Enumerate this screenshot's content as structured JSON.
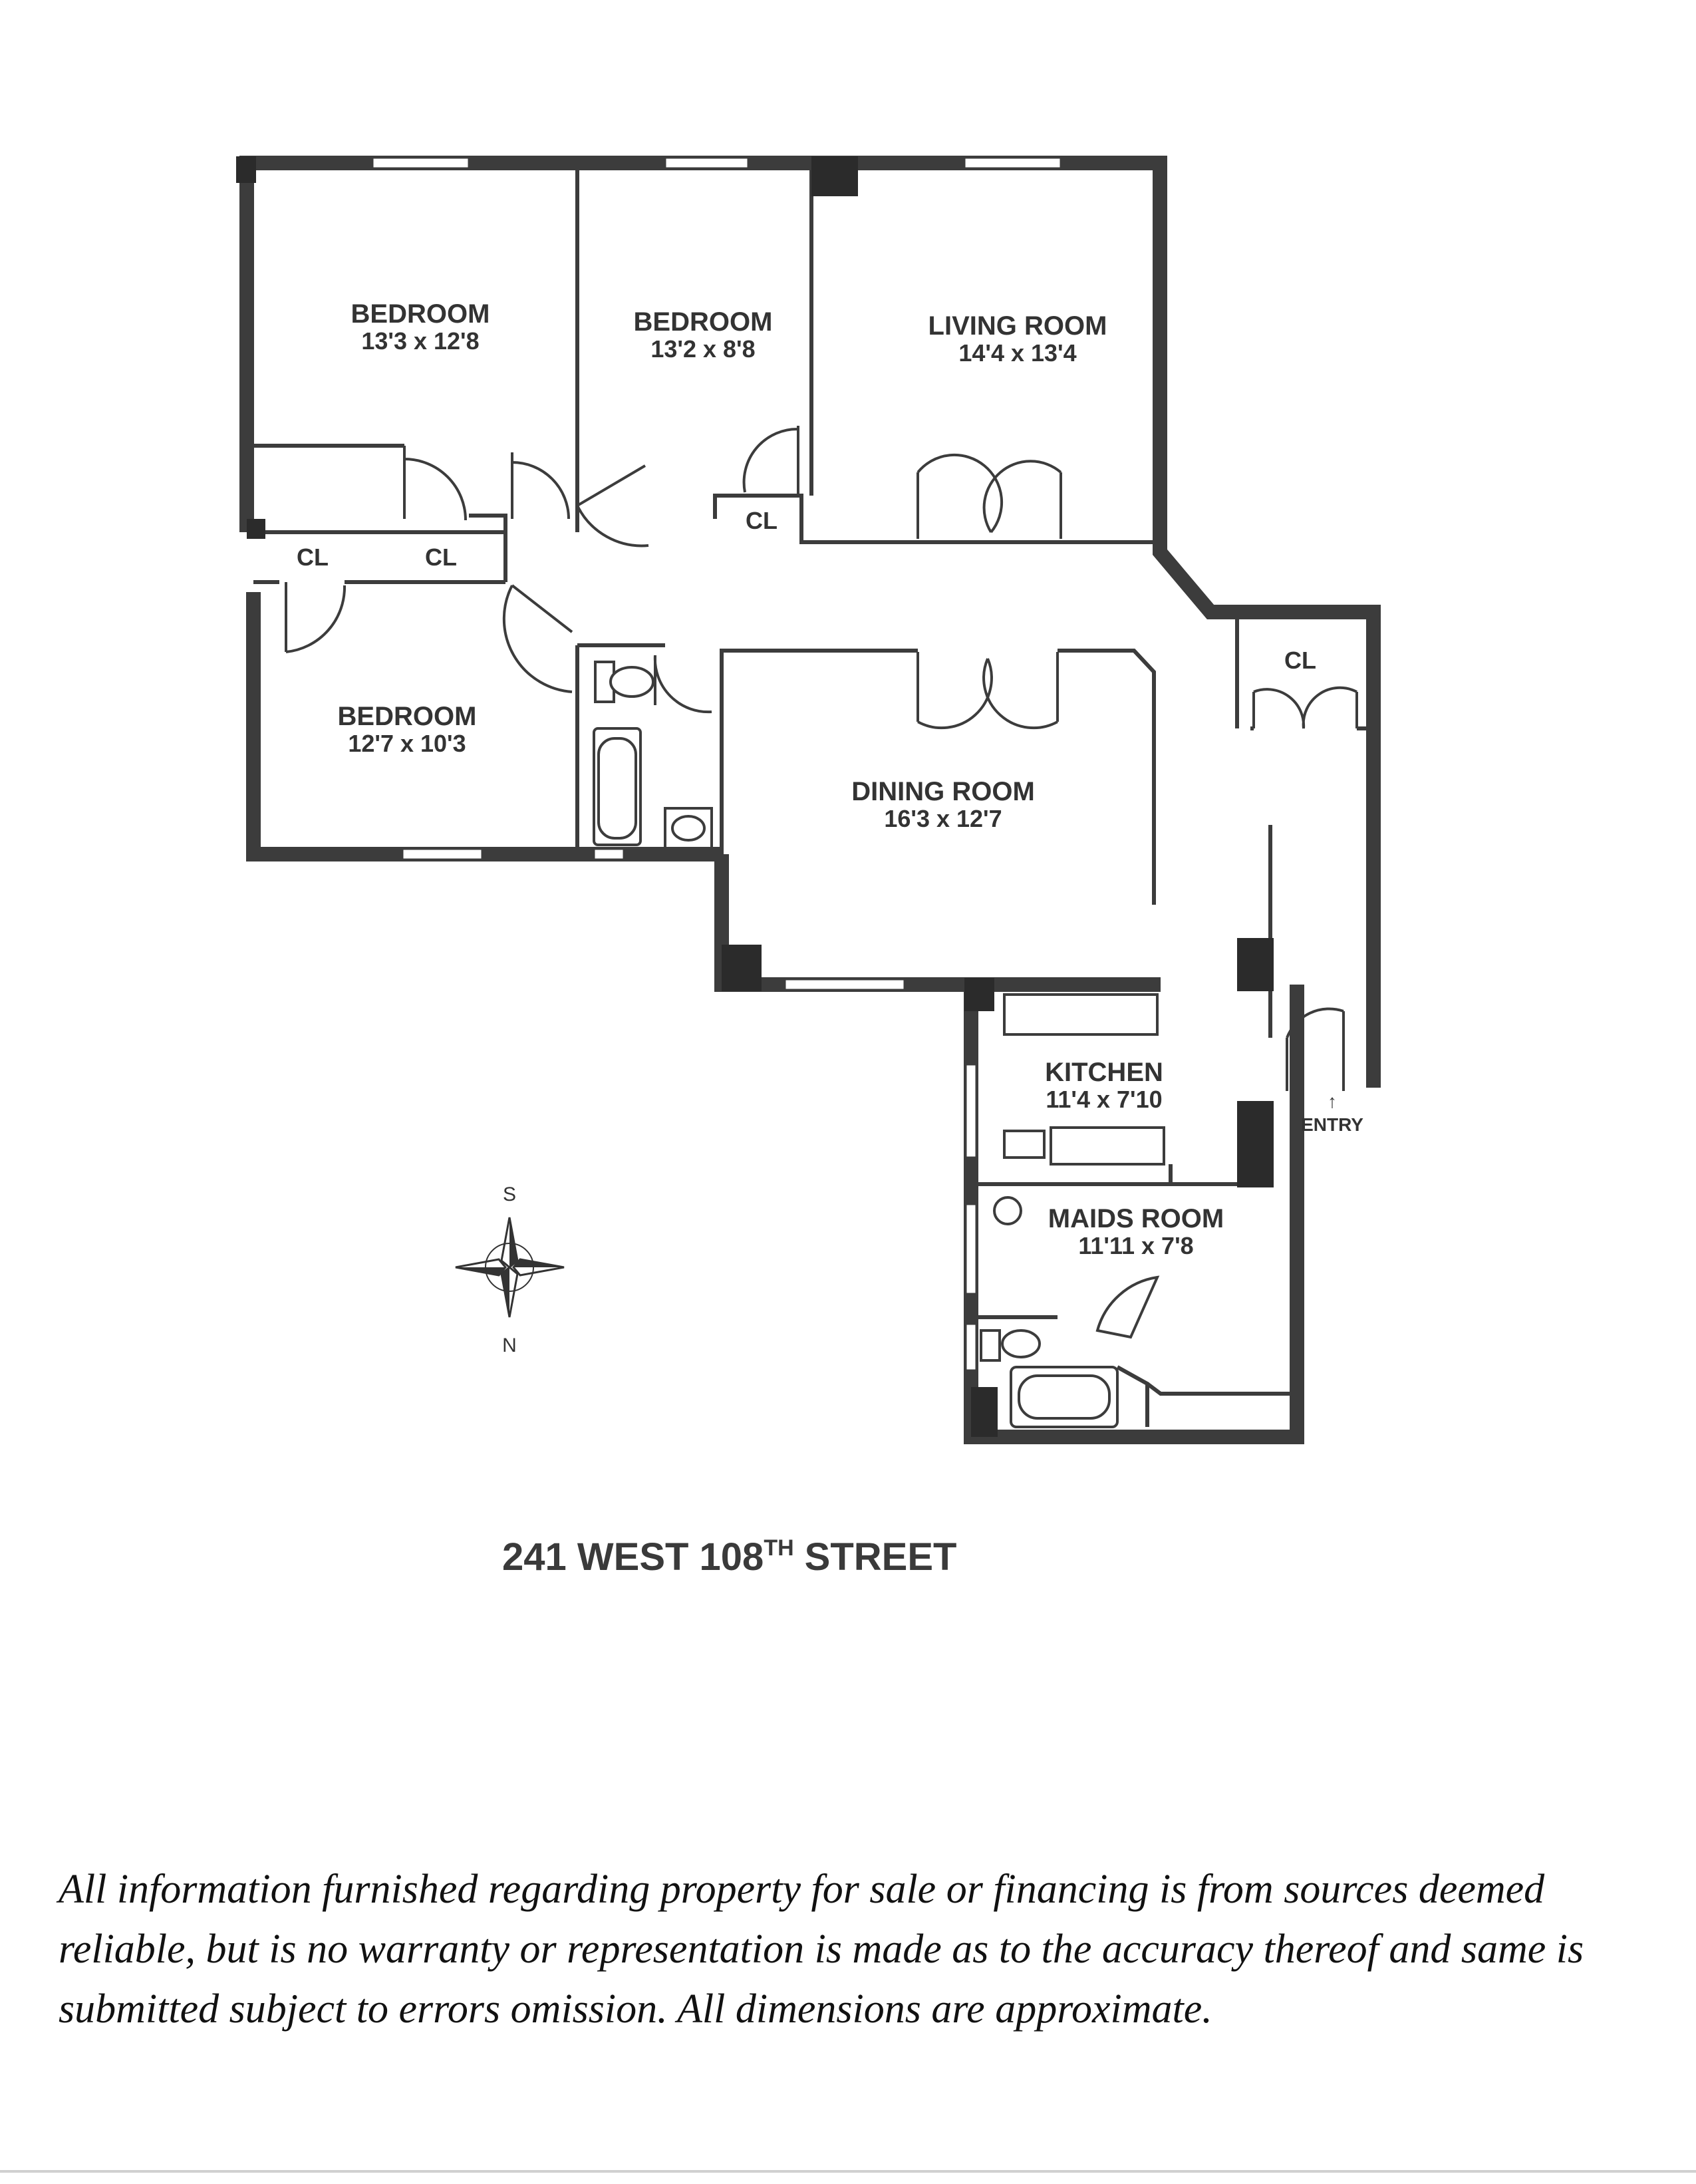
{
  "rooms": {
    "bedroom_1": {
      "name": "BEDROOM",
      "dims": "13'3 x 12'8"
    },
    "bedroom_2": {
      "name": "BEDROOM",
      "dims": "13'2 x 8'8"
    },
    "living_room": {
      "name": "LIVING ROOM",
      "dims": "14'4 x 13'4"
    },
    "bedroom_3": {
      "name": "BEDROOM",
      "dims": "12'7 x 10'3"
    },
    "dining_room": {
      "name": "DINING ROOM",
      "dims": "16'3 x 12'7"
    },
    "kitchen": {
      "name": "KITCHEN",
      "dims": "11'4 x 7'10"
    },
    "maids_room": {
      "name": "MAIDS ROOM",
      "dims": "11'11 x 7'8"
    }
  },
  "closets": {
    "cl_1": "CL",
    "cl_2": "CL",
    "cl_3": "CL",
    "cl_4": "CL"
  },
  "entry": {
    "label": "ENTRY",
    "arrow": "↑"
  },
  "compass": {
    "top": "S",
    "bottom": "N"
  },
  "address": {
    "number_street": "241 WEST 108",
    "ordinal": "TH",
    "suffix": "STREET"
  },
  "disclaimer": "All information furnished regarding property for sale or financing is from sources deemed reliable, but is no warranty or representation is made as to the accuracy thereof and same is submitted subject to errors omission. All dimensions are approximate."
}
